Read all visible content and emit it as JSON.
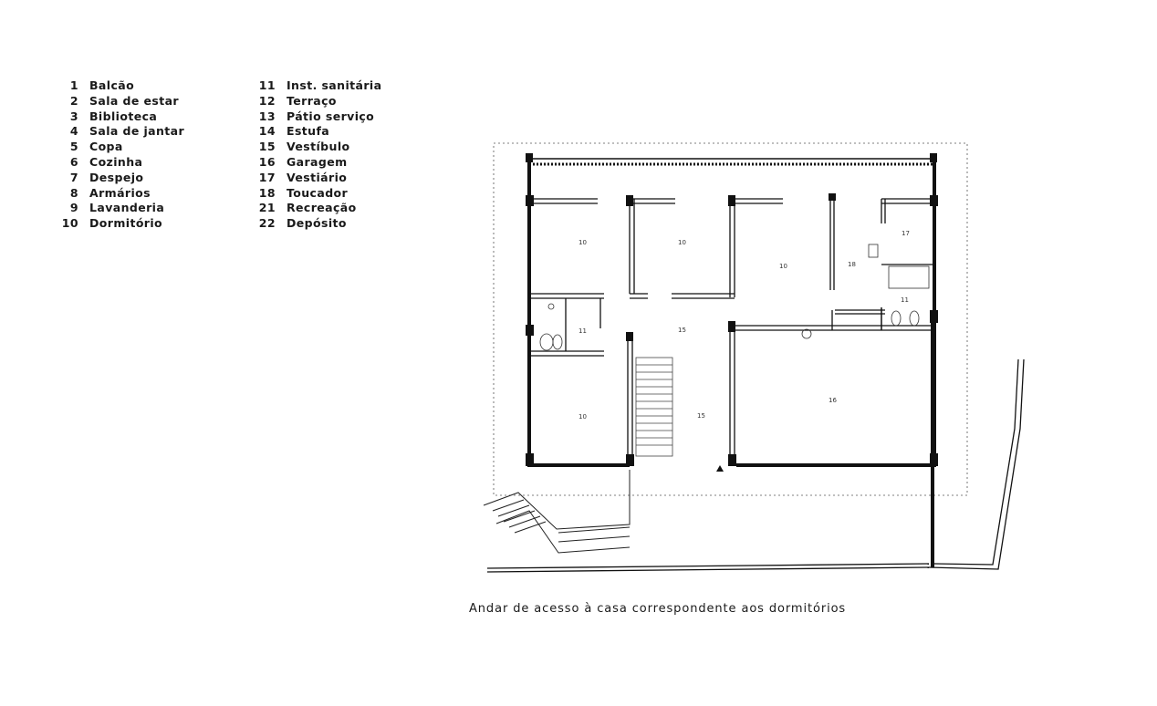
{
  "legend": {
    "left": [
      {
        "num": "1",
        "label": "Balcão"
      },
      {
        "num": "2",
        "label": "Sala de estar"
      },
      {
        "num": "3",
        "label": "Biblioteca"
      },
      {
        "num": "4",
        "label": "Sala de jantar"
      },
      {
        "num": "5",
        "label": "Copa"
      },
      {
        "num": "6",
        "label": "Cozinha"
      },
      {
        "num": "7",
        "label": "Despejo"
      },
      {
        "num": "8",
        "label": "Armários"
      },
      {
        "num": "9",
        "label": "Lavanderia"
      },
      {
        "num": "10",
        "label": "Dormitório"
      }
    ],
    "right": [
      {
        "num": "11",
        "label": "Inst. sanitária"
      },
      {
        "num": "12",
        "label": "Terraço"
      },
      {
        "num": "13",
        "label": "Pátio serviço"
      },
      {
        "num": "14",
        "label": "Estufa"
      },
      {
        "num": "15",
        "label": "Vestíbulo"
      },
      {
        "num": "16",
        "label": "Garagem"
      },
      {
        "num": "17",
        "label": "Vestiário"
      },
      {
        "num": "18",
        "label": "Toucador"
      },
      {
        "num": "21",
        "label": "Recreação"
      },
      {
        "num": "22",
        "label": "Depósito"
      }
    ]
  },
  "plan": {
    "room_labels": {
      "bed_1": "10",
      "bed_2": "10",
      "bed_3": "10",
      "bed_4": "10",
      "wc_left": "11",
      "wc_right": "11",
      "vestibule": "15",
      "garage": "16",
      "dressing": "17",
      "boudoir": "18",
      "stair": "15"
    }
  },
  "caption": "Andar de acesso à casa correspondente aos dormitórios"
}
